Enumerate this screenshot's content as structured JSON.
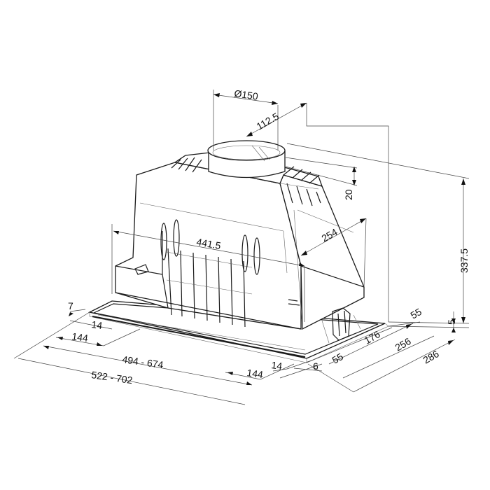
{
  "drawing": {
    "title": "Built-in cooker hood insert – dimensional drawing",
    "units": "mm",
    "line_color": "#1a1a1a",
    "background": "#ffffff"
  },
  "dimensions": {
    "duct_diameter": "Ø150",
    "duct_offset": "112.5",
    "top_step": "20",
    "depth_upper": "254",
    "width_body": "441.5",
    "total_height": "337.5",
    "flange_thickness": "5",
    "left_edge_7": "7",
    "left_14": "14",
    "left_144": "144",
    "width_range_inner": "494  -  674",
    "width_range_outer": "522  -  702",
    "front_144": "144",
    "front_14": "14",
    "front_6": "6",
    "right_55_top": "55",
    "right_55_bottom": "55",
    "depth_176": "176",
    "depth_256": "256",
    "depth_286": "286"
  }
}
